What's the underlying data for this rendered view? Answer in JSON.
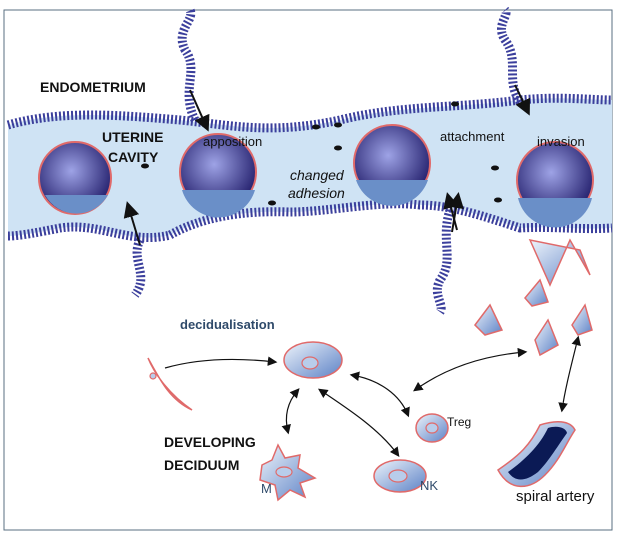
{
  "labels": {
    "endometrium": "ENDOMETRIUM",
    "uterine": "UTERINE",
    "cavity": "CAVITY",
    "apposition": "apposition",
    "changed": "changed",
    "adhesion": "adhesion",
    "attachment": "attachment",
    "invasion": "invasion",
    "decidualisation": "decidualisation",
    "treg": "Treg",
    "developing": "DEVELOPING",
    "deciduum": "DECIDUUM",
    "macrophage": "M",
    "nk": "NK",
    "spiral_artery": "spiral artery"
  },
  "colors": {
    "cavity": "#cfe3f4",
    "epithelium": "#3b3f9c",
    "blastocyst": "#2c2878",
    "cell_outline": "#e06a6a",
    "decidualisation_label": "#2f4a6a",
    "artery_lumen": "#0b1a55"
  }
}
